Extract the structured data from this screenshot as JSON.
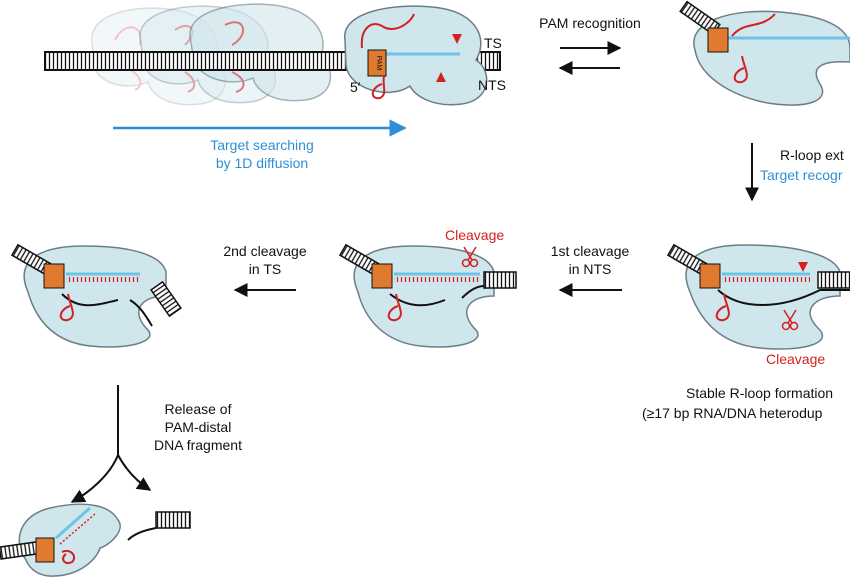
{
  "colors": {
    "protein_fill": "#cfe6ec",
    "protein_stroke": "#6c7d86",
    "dna": "#111111",
    "heteroduplex": "#6ec3e6",
    "rna": "#d42020",
    "pam_box": "#e07a2e",
    "search_arrow": "#2f8fd6"
  },
  "step1": {
    "ts_label": "TS",
    "nts_label": "NTS",
    "five_prime_label": "5′",
    "pam_box_text": "PAM",
    "search_label_line1": "Target searching",
    "search_label_line2": "by 1D diffusion"
  },
  "step2": {
    "arrow_label": "PAM recognition"
  },
  "step3": {
    "arrow_label_line1": "R-loop ext",
    "arrow_label_line2": "Target recogr"
  },
  "step4": {
    "marker_label": "Cleavage",
    "caption_line1": "Stable R-loop formation",
    "caption_line2": "(≥17 bp RNA/DNA heterodup"
  },
  "step5": {
    "arrow_label_line1": "1st cleavage",
    "arrow_label_line2": "in NTS",
    "marker_label": "Cleavage"
  },
  "step6": {
    "arrow_label_line1": "2nd cleavage",
    "arrow_label_line2": "in TS"
  },
  "step7": {
    "label_line1": "Release of",
    "label_line2": "PAM-distal",
    "label_line3": "DNA fragment"
  }
}
